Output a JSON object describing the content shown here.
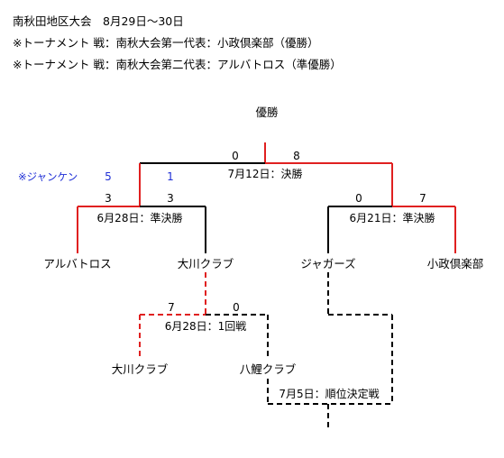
{
  "header": {
    "line1": "南秋田地区大会　8月29日〜30日",
    "line2": "※トーナメント 戦：南秋大会第一代表：小政倶楽部（優勝）",
    "line3": "※トーナメント 戦：南秋大会第二代表：アルバトロス（準優勝）"
  },
  "bracket": {
    "champion_label": "優勝",
    "final": {
      "label": "7月12日：決勝",
      "score_left": "0",
      "score_right": "8"
    },
    "janken_note": "※ジャンケン",
    "janken_score_left": "5",
    "janken_score_right": "1",
    "semi_left": {
      "label": "6月28日：準決勝",
      "score_left": "3",
      "score_right": "3"
    },
    "semi_right": {
      "label": "6月21日：準決勝",
      "score_left": "0",
      "score_right": "7"
    },
    "teams_top": [
      "アルバトロス",
      "大川クラブ",
      "ジャガーズ",
      "小政倶楽部"
    ],
    "round1": {
      "label": "6月28日：1回戦",
      "score_left": "7",
      "score_right": "0"
    },
    "teams_bottom": [
      "大川クラブ",
      "八鯉クラブ"
    ],
    "placement": {
      "label": "7月5日：順位決定戦"
    }
  },
  "colors": {
    "winner_line": "#e02020",
    "loser_line": "#000000",
    "note_text": "#1f2fd6"
  }
}
